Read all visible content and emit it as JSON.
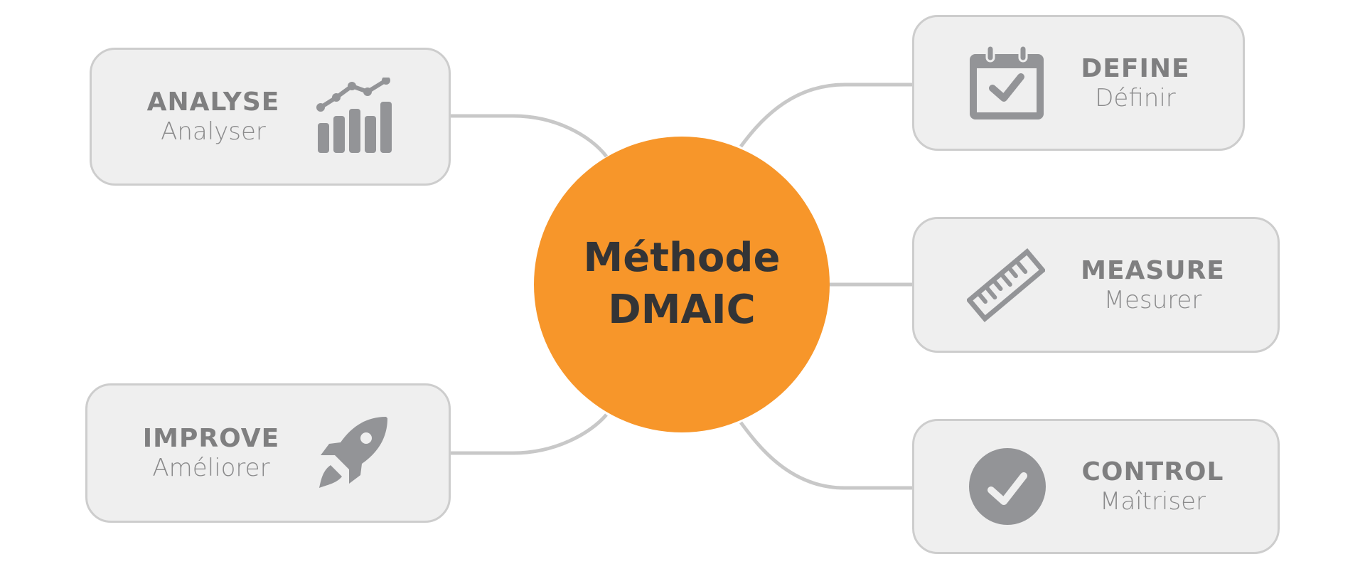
{
  "center": {
    "line1": "Méthode",
    "line2": "DMAIC",
    "color": "#f7962a"
  },
  "steps": [
    {
      "title": "DEFINE",
      "subtitle": "Définir",
      "icon": "calendar-check-icon"
    },
    {
      "title": "MEASURE",
      "subtitle": "Mesurer",
      "icon": "ruler-icon"
    },
    {
      "title": "ANALYSE",
      "subtitle": "Analyser",
      "icon": "chart-icon"
    },
    {
      "title": "IMPROVE",
      "subtitle": "Améliorer",
      "icon": "rocket-icon"
    },
    {
      "title": "CONTROL",
      "subtitle": "Maîtriser",
      "icon": "check-circle-icon"
    }
  ]
}
